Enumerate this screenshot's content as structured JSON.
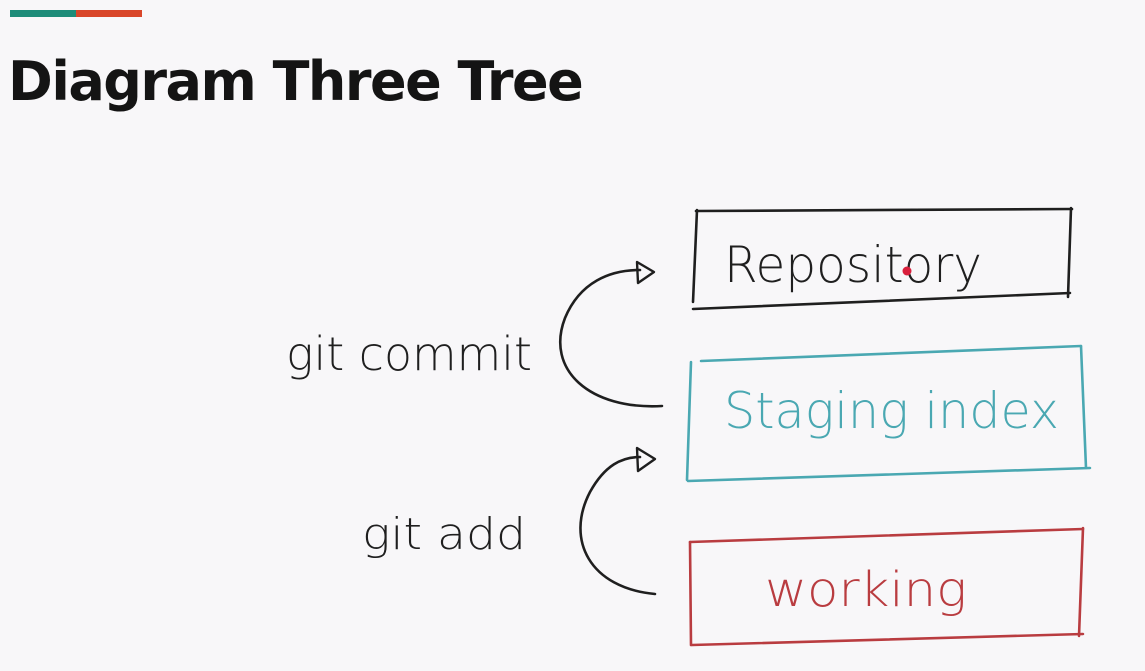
{
  "title": "Diagram Three Tree",
  "accent_colors": {
    "green": "#1e8c79",
    "orange": "#d9462a"
  },
  "boxes": {
    "repository": {
      "label": "Repository",
      "color": "#1f1f1f"
    },
    "staging": {
      "label": "Staging index",
      "color": "#4aa8b2"
    },
    "working": {
      "label": "working",
      "color": "#b93c40"
    }
  },
  "commands": {
    "commit": {
      "label": "git commit",
      "color": "#1f1f1f"
    },
    "add": {
      "label": "git add",
      "color": "#1f1f1f"
    }
  },
  "icons": {
    "pointer": "laser-pointer-dot",
    "pointer_color": "#d91f3c"
  }
}
